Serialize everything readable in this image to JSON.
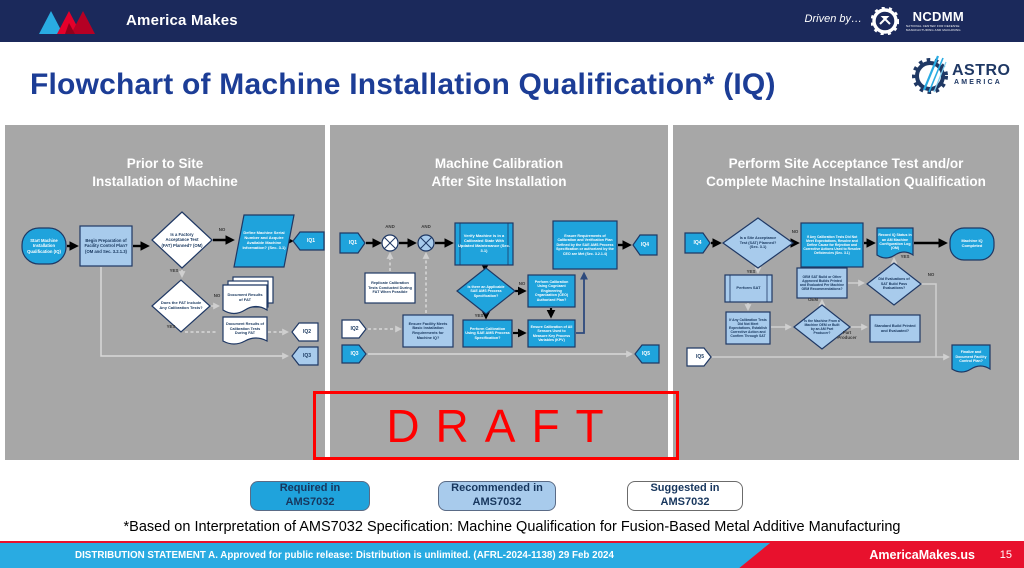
{
  "header": {
    "brand": "America Makes",
    "driven_by": "Driven by…",
    "ncdmm_name": "NCDMM",
    "ncdmm_tagline1": "NATIONAL CENTER FOR DEFENSE",
    "ncdmm_tagline2": "MANUFACTURING AND MACHINING"
  },
  "title": "Flowchart of Machine Installation Qualification* (IQ)",
  "astro_logo": {
    "line1": "ASTRO",
    "line2": "AMERICA"
  },
  "edge_labels": {
    "yes": "YES",
    "no": "NO",
    "and": "AND",
    "oem": "OEM",
    "part_producer": "Part Producer"
  },
  "panel1": {
    "title1": "Prior to Site",
    "title2": "Installation of Machine",
    "nodes": {
      "start": "Start Machine Installation Qualification (IQ)",
      "begin_prep": "Begin Preparation of Facility Control Plan? (OM and Sec. 3.2.1.3)",
      "fat_planned": "Is a Factory Acceptance Test (FAT) Planned? (OM)",
      "define_serial": "Define Machine Serial Number and Acquire Available Machine Information? (Sec. 3.1)",
      "iq1": "IQ1",
      "fat_cal": "Does the FAT Include Any Calibration Tests?",
      "doc_fat": "Document Results of FAT",
      "doc_cal": "Document Results of Calibration Tests During FAT",
      "iq2": "IQ2",
      "iq3": "IQ3"
    }
  },
  "panel2": {
    "title1": "Machine Calibration",
    "title2": "After Site Installation",
    "nodes": {
      "iq1": "IQ1",
      "verify": "Verify Machine is in a Calibrated State With Updated Maintenance (Sec. 3.1)",
      "ensure_req": "Ensure Requirements of Calibration and Verification Plan Defined by the SAE AMS Process Specification or authorized by the CEO are Met (Sec. 3.2.1.4)",
      "iq4": "IQ4",
      "replicate": "Replicate Calibration Tests Conducted During FAT When Possible",
      "ams_spec": "Is there an Applicable SAE AMS Process Specification?",
      "ceo_plan": "Perform Calibration Using Cognizant Engineering Organization (CEO) Authorized Plan?",
      "sae_cal": "Perform Calibration Using SAE AMS Process Specification?",
      "sensors": "Ensure Calibration of All Sensors Used to Measure Key Process Variables (KPV)",
      "iq2": "IQ2",
      "facility": "Ensure Facility Meets Basic Installation Requirements for Machine IQ?",
      "iq3": "IQ3",
      "iq5": "IQ5"
    }
  },
  "panel3": {
    "title1": "Perform Site Acceptance Test and/or",
    "title2": "Complete Machine Installation Qualification",
    "nodes": {
      "iq4": "IQ4",
      "sat_planned": "Is a Site Acceptance Test (SAT) Planned? (Sec. 3.1)",
      "resolve": "If Any Calibration Tests Did Not Meet Expectations, Resolve and Define Cause for Rejection and Corrective Actions Used to Resolve Deficiencies (Sec. 3.1)",
      "record": "Record IQ Status in an AM Machine Configuration Log (OM)",
      "complete": "Machine IQ Completed",
      "perform_sat": "Perform SAT",
      "corrective": "If Any Calibration Tests Did Not Meet Expectations, Establish Corrective Action and Confirm Through SAT",
      "oem_q": "Is the Machine From a Machine OEM or Built by an AM Part Producer?",
      "oem_build": "OEM SAT Build or Other Approved Builds Printed and Evaluated Per Machine OEM Recommendations?",
      "pass_eval": "Did Evaluations of SAT Build Pass Evaluations?",
      "std_build": "Standard Build Printed and Evaluated?",
      "iq5": "IQ5",
      "finalize": "Finalize and Document Facility Control Plan?"
    }
  },
  "draft": "DRAFT",
  "legend": {
    "required1": "Required in",
    "required2": "AMS7032",
    "recommended1": "Recommended in",
    "recommended2": "AMS7032",
    "suggested1": "Suggested in",
    "suggested2": "AMS7032"
  },
  "footnote": "*Based on Interpretation of AMS7032 Specification: Machine Qualification for Fusion-Based Metal Additive Manufacturing",
  "footer": {
    "statement": "DISTRIBUTION STATEMENT A. Approved for public release: Distribution is unlimited. (AFRL-2024-1138) 29 Feb 2024",
    "site": "AmericaMakes.us",
    "page": "15"
  },
  "colors": {
    "header_navy": "#1B295B",
    "title_blue": "#1C3D96",
    "panel_gray": "#A7A7A7",
    "shape_blue": "#1FA3DC",
    "shape_light_blue": "#A8CBEC",
    "border_navy": "#1F3864",
    "draft_red": "#FF0000",
    "footer_cyan": "#29ABE2",
    "footer_red": "#E8112D"
  }
}
